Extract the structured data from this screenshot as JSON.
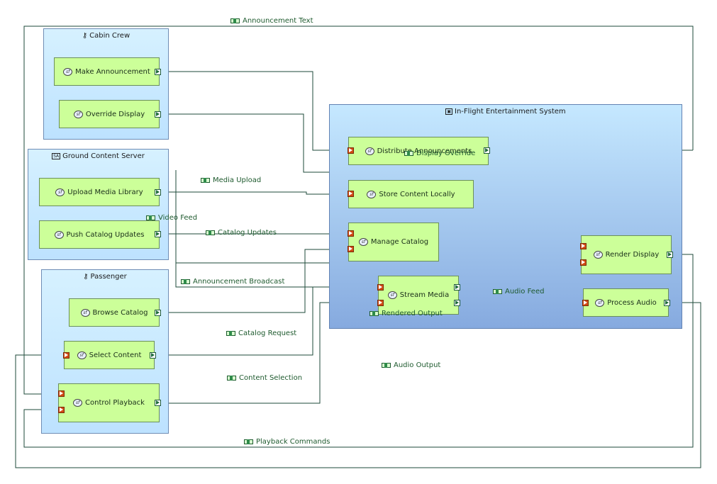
{
  "containers": {
    "cabin_crew": "Cabin Crew",
    "ground": "Ground Content Server",
    "passenger": "Passenger",
    "ife": "In-Flight Entertainment System"
  },
  "functions": {
    "make_announcement": "Make Announcement",
    "override_display": "Override Display",
    "upload_media": "Upload Media Library",
    "push_catalog": "Push Catalog Updates",
    "browse_catalog": "Browse Catalog",
    "select_content": "Select Content",
    "control_playback": "Control Playback",
    "distribute_announcements": "Distribute Announcements",
    "store_content": "Store Content Locally",
    "manage_catalog": "Manage Catalog",
    "stream_media": "Stream Media",
    "render_display": "Render Display",
    "process_audio": "Process Audio"
  },
  "function_badge": "sf",
  "flows": {
    "announcement_text": "Announcement Text",
    "display_override": "Display Override",
    "media_upload": "Media Upload",
    "video_feed": "Video Feed",
    "catalog_updates": "Catalog Updates",
    "announcement_broadcast": "Announcement Broadcast",
    "audio_feed": "Audio Feed",
    "rendered_output": "Rendered Output",
    "catalog_request": "Catalog Request",
    "audio_output": "Audio Output",
    "content_selection": "Content Selection",
    "playback_commands": "Playback Commands"
  },
  "icons": {
    "actor": "actor-icon",
    "component": "component-icon",
    "system": "system-icon",
    "function": "system-function-icon",
    "flow": "functional-exchange-icon"
  },
  "colors": {
    "function_fill": "#ccff99",
    "container_fill": "#c5e8ff",
    "port_in": "#d24a14",
    "edge": "#1e4a3a"
  }
}
